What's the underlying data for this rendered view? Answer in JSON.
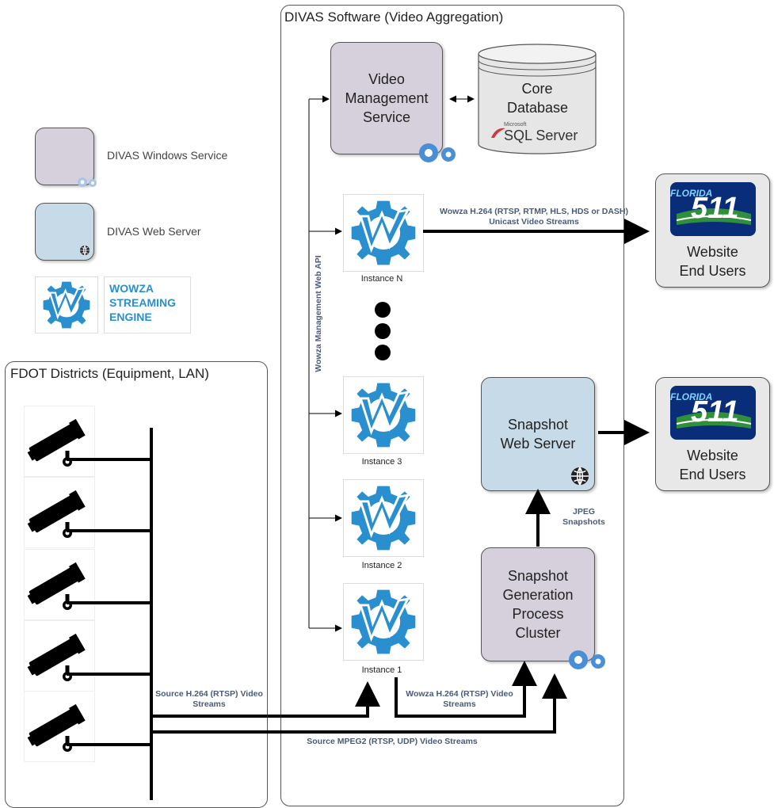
{
  "legend": {
    "service_label": "DIVAS Windows Service",
    "web_label": "DIVAS Web Server",
    "wowza_logo_text": [
      "WOWZA",
      "STREAMING",
      "ENGINE"
    ]
  },
  "fdot": {
    "title": "FDOT Districts (Equipment, LAN)"
  },
  "divas": {
    "title": "DIVAS Software (Video Aggregation)",
    "vms": "Video Management Service",
    "core_db": "Core Database",
    "sql_logo": "SQL Server",
    "sql_logo_small": "Microsoft",
    "snapshot_web": "Snapshot Web Server",
    "snapshot_gen": "Snapshot Generation Process Cluster",
    "api_label": "Wowza Management Web API",
    "instances": [
      "Instance N",
      "Instance 3",
      "Instance 2",
      "Instance 1"
    ]
  },
  "flows": {
    "wowza_unicast": "Wowza H.264 (RTSP, RTMP, HLS, HDS or DASH) Unicast Video Streams",
    "jpeg": "JPEG Snapshots",
    "source_h264": "Source H.264 (RTSP) Video Streams",
    "wowza_rtsp": "Wowza H.264 (RTSP) Video Streams",
    "source_mpeg2": "Source MPEG2 (RTSP, UDP) Video Streams"
  },
  "users": {
    "brand": "FLORIDA",
    "number": "511",
    "label_1": "Website End Users",
    "label_2": "Website End Users"
  }
}
